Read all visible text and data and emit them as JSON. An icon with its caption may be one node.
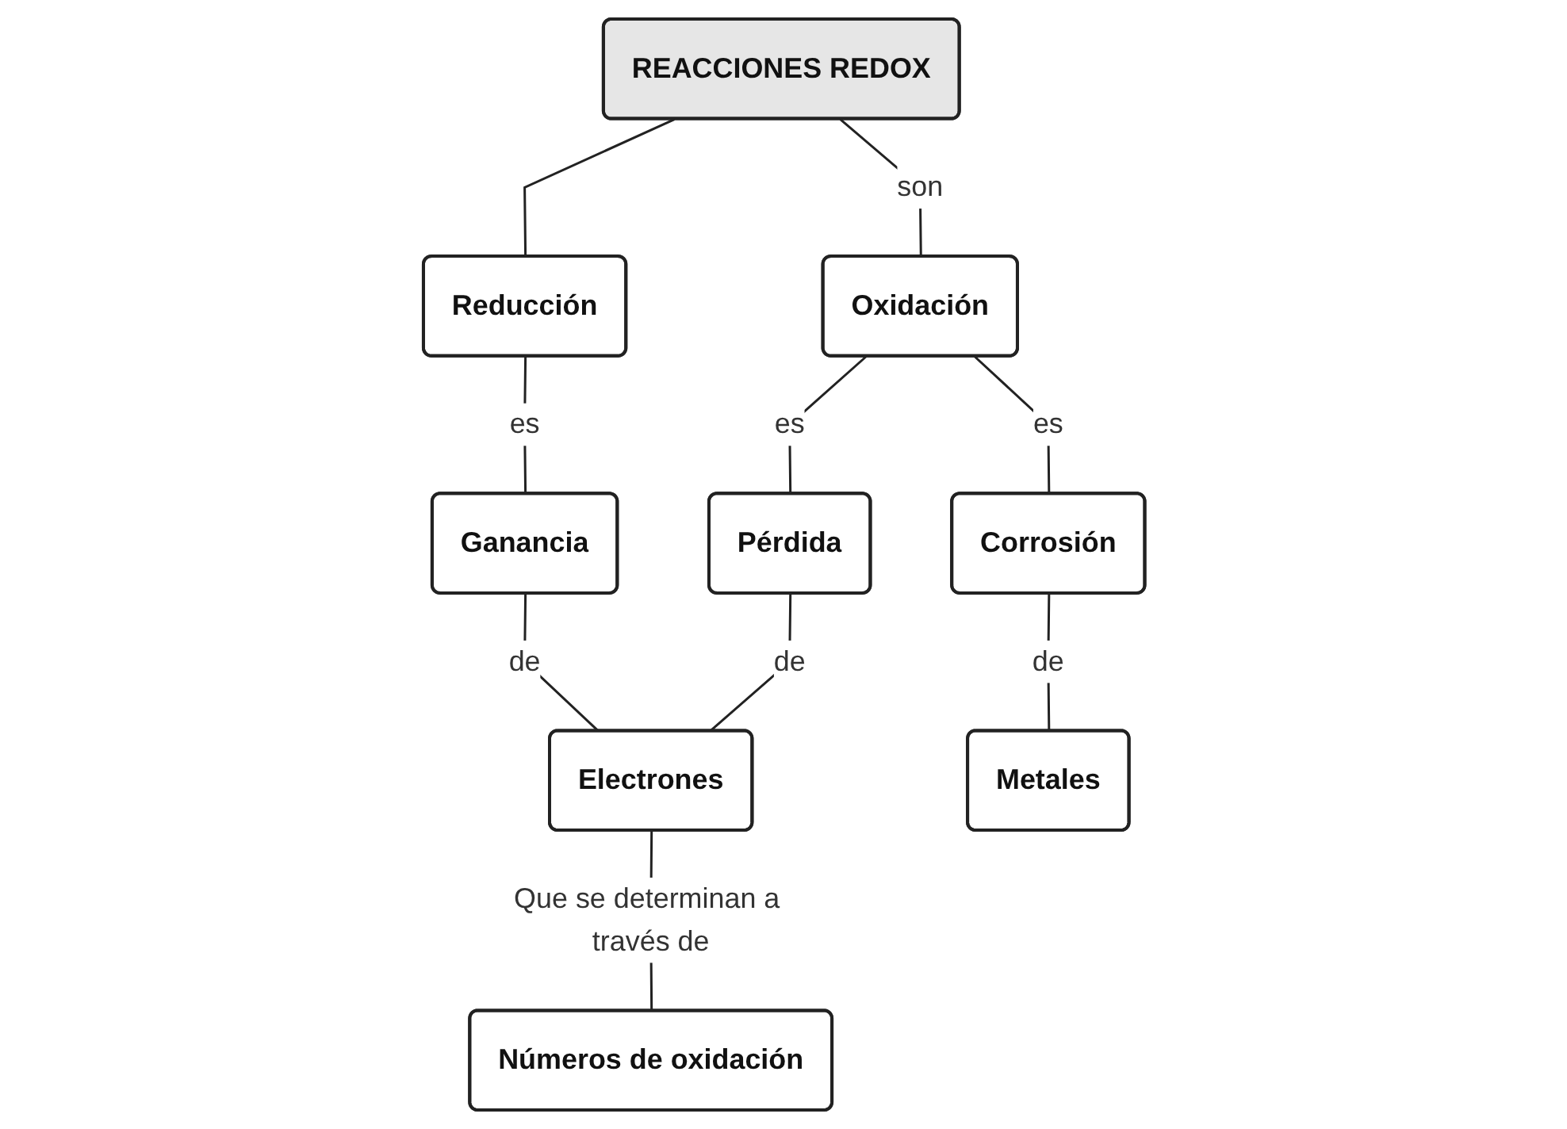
{
  "diagram": {
    "nodes": [
      {
        "text": [
          "REACCIONES REDOX"
        ]
      },
      {
        "text": [
          "Oxidación"
        ]
      },
      {
        "text": [
          "Reducción"
        ]
      },
      {
        "text": [
          "Ganancia"
        ]
      },
      {
        "text": [
          "Corrosión"
        ]
      },
      {
        "text": [
          "Pérdida"
        ]
      },
      {
        "text": [
          "Electrones"
        ]
      },
      {
        "text": [
          "Metales"
        ]
      },
      {
        "text": [
          "Números de oxidación"
        ]
      }
    ],
    "edges": [
      {
        "from": 0,
        "to": 1,
        "arrow": "none",
        "label": "son"
      },
      {
        "from": 0,
        "to": 2,
        "arrow": "none"
      },
      {
        "from": 1,
        "to": 4,
        "arrow": "none",
        "label": "es"
      },
      {
        "from": 1,
        "to": 5,
        "arrow": "none",
        "label": "es"
      },
      {
        "from": 2,
        "to": 3,
        "arrow": "none",
        "label": "es"
      },
      {
        "from": 3,
        "to": 6,
        "arrow": "none",
        "label": "de"
      },
      {
        "from": 5,
        "to": 6,
        "arrow": "none",
        "label": "de"
      },
      {
        "from": 4,
        "to": 7,
        "arrow": "none",
        "label": "de"
      },
      {
        "from": 6,
        "to": 8,
        "arrow": "none",
        "label": "Que se determinan a través de"
      }
    ]
  }
}
